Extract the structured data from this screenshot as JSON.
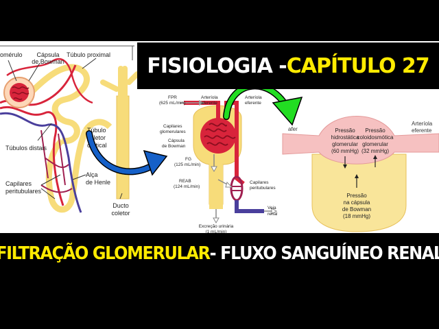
{
  "title": {
    "part1": "FISIOLOGIA - ",
    "part2": "CAPÍTULO 27"
  },
  "subtitle": {
    "part1": "FILTRAÇÃO GLOMERULAR",
    "part2": " - FLUXO SANGUÍNEO RENAL"
  },
  "left_diagram": {
    "glomerulo": "lomérulo",
    "capsula": [
      "Cápsula",
      "de Bowman"
    ],
    "tubulo_proximal": "Túbulo proximal",
    "tubulos_distais": "Túbulos distais",
    "tubulo_coletor": [
      "Túbulo",
      "coletor",
      "cortical"
    ],
    "alca_henle": [
      "Alça",
      "de Henle"
    ],
    "capilares": [
      "Capilares",
      "peritubulares"
    ],
    "ducto": [
      "Ducto",
      "coletor"
    ]
  },
  "middle_diagram": {
    "fpr": [
      "FPR",
      "(625 mL/min)"
    ],
    "arteriola_aferente": [
      "Arteríola",
      "aferente"
    ],
    "arteriola_eferente": [
      "Arteríola",
      "eferente"
    ],
    "capilares_glomerulares": [
      "Capilares",
      "glomerulares"
    ],
    "capsula_bowman": [
      "Cápsula",
      "de Bowman"
    ],
    "fg": [
      "FG",
      "(125 mL/min)"
    ],
    "reab": [
      "REAB",
      "(124 mL/min)"
    ],
    "capilares_peritubulares": [
      "Capilares",
      "peritubulares"
    ],
    "veia_renal": [
      "Veia",
      "renal"
    ],
    "excrecao": [
      "Excreção urinária",
      "(1 mL/min)"
    ]
  },
  "right_diagram": {
    "aferente": "afer",
    "arteriola_eferente": [
      "Arteríola",
      "eferente"
    ],
    "pressao_hidrostatica": [
      "Pressão",
      "hidrostática",
      "glomerular",
      "(60 mmHg)"
    ],
    "pressao_coloidosmotica": [
      "Pressão",
      "coloidosmótica",
      "glomerular",
      "(32 mmHg)"
    ],
    "pressao_capsula": [
      "Pressão",
      "na cápsula",
      "de Bowman",
      "(18 mmHg)"
    ]
  },
  "colors": {
    "title_yellow": "#ffeb00",
    "arrow_blue": "#1560c8",
    "arrow_green": "#22dd22",
    "vessel_red": "#d8243b",
    "tubule_yellow": "#f7dc7a",
    "capsule_pink": "#f6c1c1"
  }
}
